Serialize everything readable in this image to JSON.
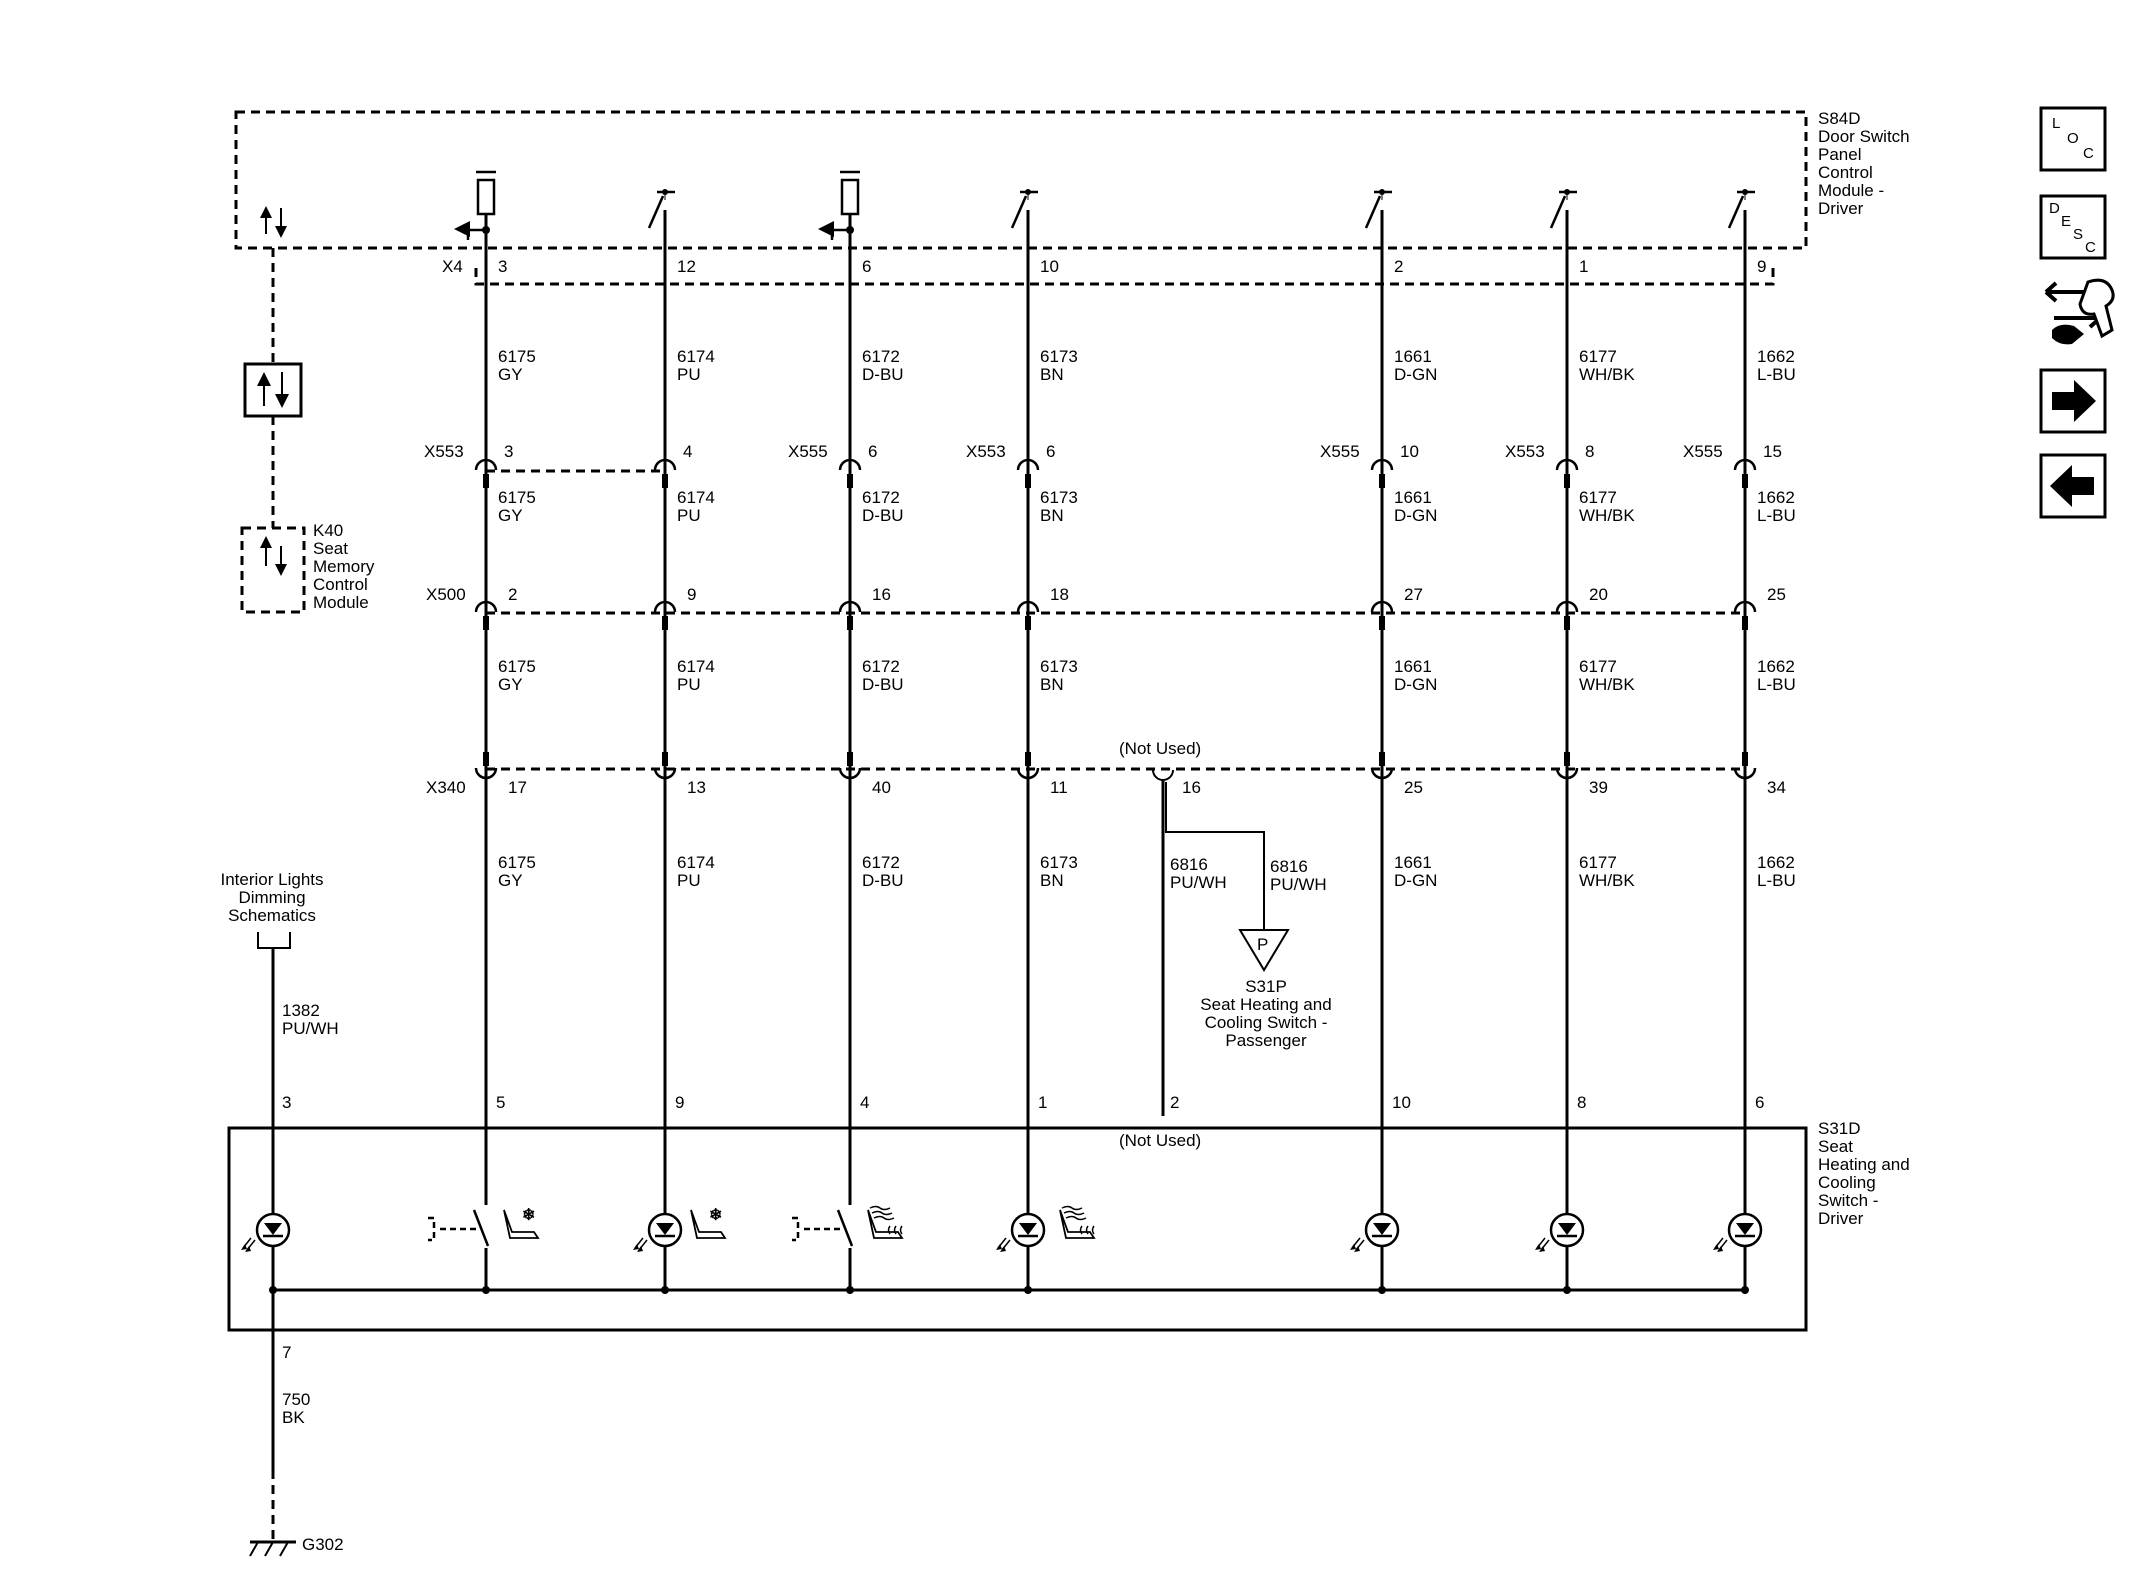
{
  "modules": {
    "door_switch": [
      "S84D",
      "Door Switch",
      "Panel",
      "Control",
      "Module -",
      "Driver"
    ],
    "seat_memory": [
      "K40",
      "Seat",
      "Memory",
      "Control",
      "Module"
    ],
    "heating_switch": [
      "S31D",
      "Seat",
      "Heating and",
      "Cooling",
      "Switch -",
      "Driver"
    ],
    "passenger_switch": [
      "S31P",
      "Seat Heating and",
      "Cooling Switch -",
      "Passenger"
    ],
    "passenger_symbol": "P"
  },
  "connectors": {
    "x4": "X4",
    "x553": "X553",
    "x555": "X555",
    "x500": "X500",
    "x340": "X340"
  },
  "not_used": "(Not Used)",
  "interior_lights": [
    "Interior Lights",
    "Dimming",
    "Schematics"
  ],
  "ground": {
    "label": "G302",
    "wire_num": "750",
    "wire_color": "BK",
    "pin": "7"
  },
  "dimming_wire": {
    "num": "1382",
    "color": "PU/WH",
    "pin": "3"
  },
  "passenger_wires": [
    {
      "num": "6816",
      "color": "PU/WH"
    },
    {
      "num": "6816",
      "color": "PU/WH"
    }
  ],
  "not_used_pins": {
    "x340": "16",
    "s31d": "2"
  },
  "door_pins": [
    "3",
    "2",
    "1"
  ],
  "circuits": [
    {
      "num": "6175",
      "color": "GY",
      "x4": "3",
      "inline_conn": "X553",
      "inline_pin": "3",
      "x500": "2",
      "x340": "17",
      "s31d": "5"
    },
    {
      "num": "6174",
      "color": "PU",
      "x4": "12",
      "inline_conn": "",
      "inline_pin": "4",
      "x500": "9",
      "x340": "13",
      "s31d": "9"
    },
    {
      "num": "6172",
      "color": "D-BU",
      "x4": "6",
      "inline_conn": "X555",
      "inline_pin": "6",
      "x500": "16",
      "x340": "40",
      "s31d": "4"
    },
    {
      "num": "6173",
      "color": "BN",
      "x4": "10",
      "inline_conn": "X553",
      "inline_pin": "6",
      "x500": "18",
      "x340": "11",
      "s31d": "1"
    },
    {
      "num": "1661",
      "color": "D-GN",
      "x4": "2",
      "inline_conn": "X555",
      "inline_pin": "10",
      "x500": "27",
      "x340": "25",
      "s31d": "10"
    },
    {
      "num": "6177",
      "color": "WH/BK",
      "x4": "1",
      "inline_conn": "X553",
      "inline_pin": "8",
      "x500": "20",
      "x340": "39",
      "s31d": "8"
    },
    {
      "num": "1662",
      "color": "L-BU",
      "x4": "9",
      "inline_conn": "X555",
      "inline_pin": "15",
      "x500": "25",
      "x340": "34",
      "s31d": "6"
    }
  ],
  "side_buttons": {
    "loc": [
      "L",
      "O",
      "C"
    ],
    "desc": [
      "D",
      "E",
      "S",
      "C"
    ]
  }
}
